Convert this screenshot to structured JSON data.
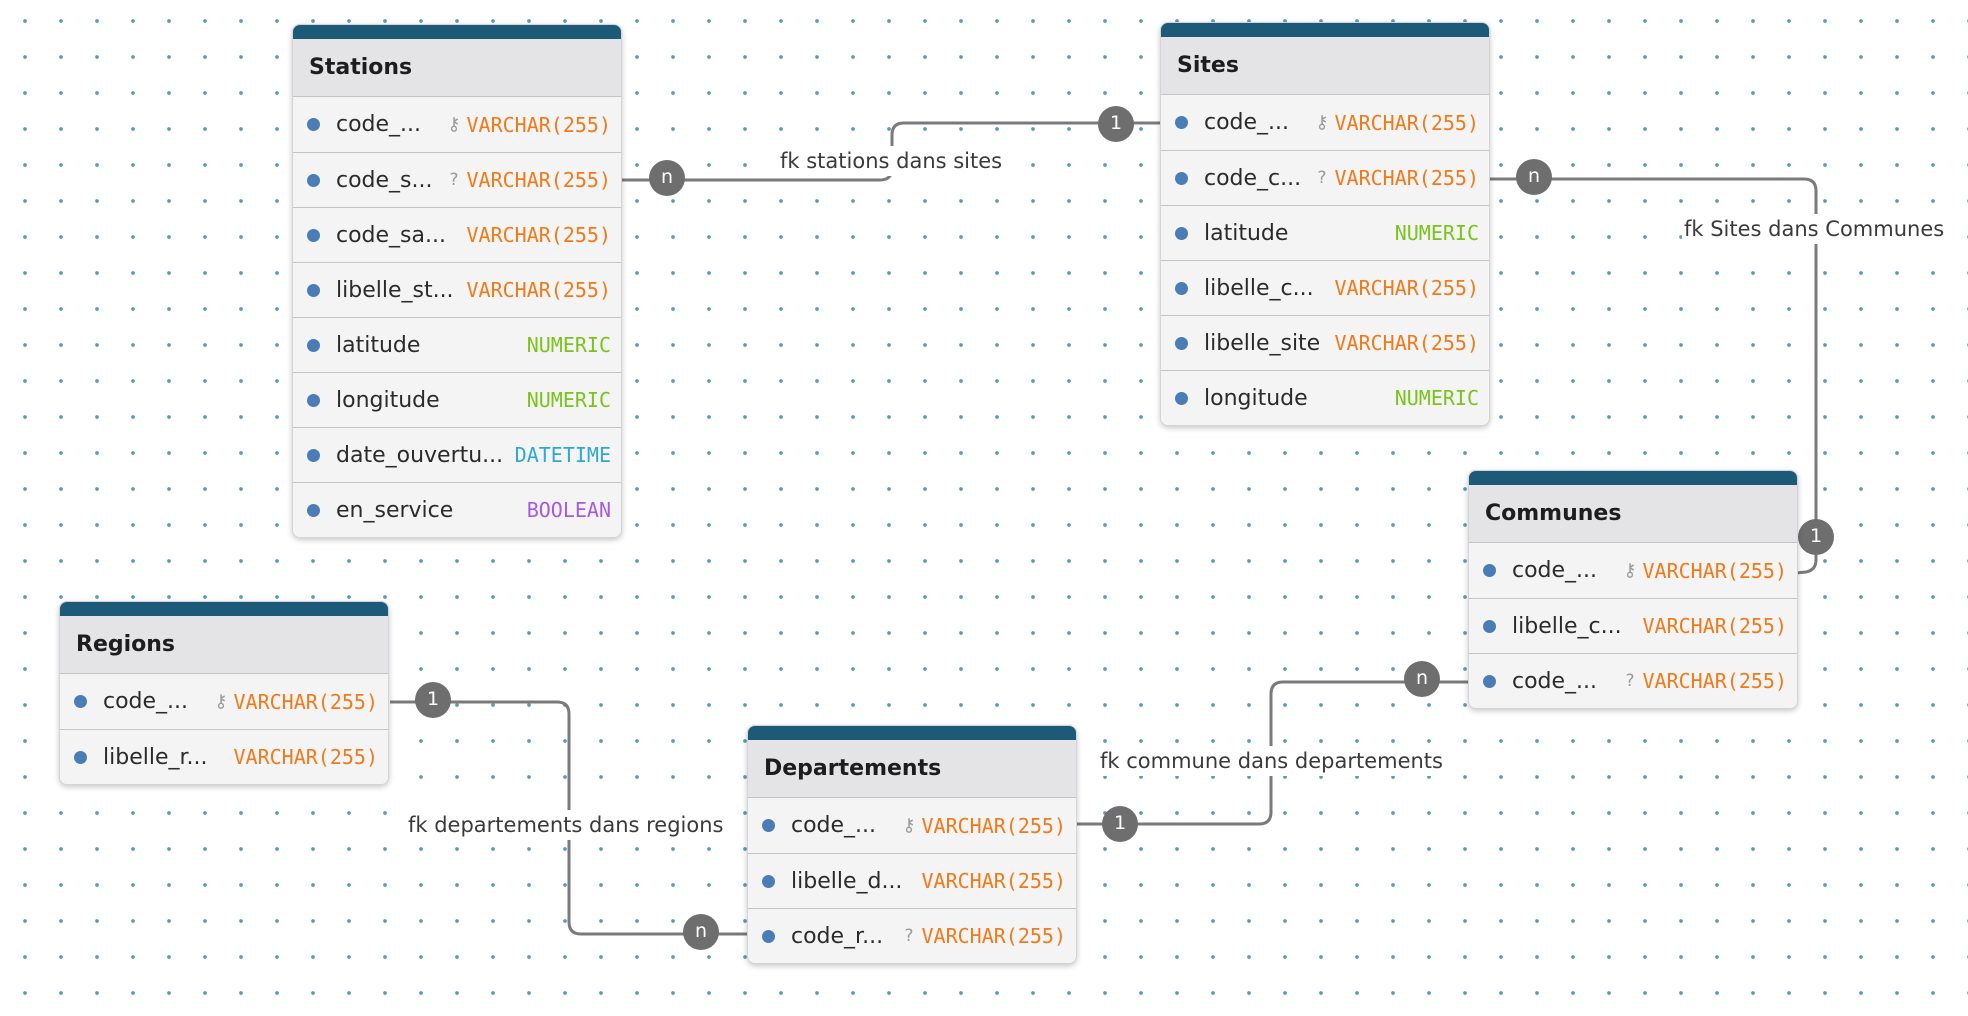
{
  "tables": {
    "stations": {
      "name": "Stations",
      "fields": [
        {
          "name": "code_...",
          "type": "VARCHAR(255)",
          "icon": "key"
        },
        {
          "name": "code_s...",
          "type": "VARCHAR(255)",
          "icon": "question"
        },
        {
          "name": "code_sa...",
          "type": "VARCHAR(255)",
          "icon": ""
        },
        {
          "name": "libelle_st...",
          "type": "VARCHAR(255)",
          "icon": ""
        },
        {
          "name": "latitude",
          "type": "NUMERIC",
          "icon": ""
        },
        {
          "name": "longitude",
          "type": "NUMERIC",
          "icon": ""
        },
        {
          "name": "date_ouvertu...",
          "type": "DATETIME",
          "icon": ""
        },
        {
          "name": "en_service",
          "type": "BOOLEAN",
          "icon": ""
        }
      ]
    },
    "sites": {
      "name": "Sites",
      "fields": [
        {
          "name": "code_...",
          "type": "VARCHAR(255)",
          "icon": "key"
        },
        {
          "name": "code_c...",
          "type": "VARCHAR(255)",
          "icon": "question"
        },
        {
          "name": "latitude",
          "type": "NUMERIC",
          "icon": ""
        },
        {
          "name": "libelle_c...",
          "type": "VARCHAR(255)",
          "icon": ""
        },
        {
          "name": "libelle_site",
          "type": "VARCHAR(255)",
          "icon": ""
        },
        {
          "name": "longitude",
          "type": "NUMERIC",
          "icon": ""
        }
      ]
    },
    "communes": {
      "name": "Communes",
      "fields": [
        {
          "name": "code_...",
          "type": "VARCHAR(255)",
          "icon": "key"
        },
        {
          "name": "libelle_c...",
          "type": "VARCHAR(255)",
          "icon": ""
        },
        {
          "name": "code_...",
          "type": "VARCHAR(255)",
          "icon": "question"
        }
      ]
    },
    "regions": {
      "name": "Regions",
      "fields": [
        {
          "name": "code_...",
          "type": "VARCHAR(255)",
          "icon": "key"
        },
        {
          "name": "libelle_r...",
          "type": "VARCHAR(255)",
          "icon": ""
        }
      ]
    },
    "departements": {
      "name": "Departements",
      "fields": [
        {
          "name": "code_...",
          "type": "VARCHAR(255)",
          "icon": "key"
        },
        {
          "name": "libelle_d...",
          "type": "VARCHAR(255)",
          "icon": ""
        },
        {
          "name": "code_r...",
          "type": "VARCHAR(255)",
          "icon": "question"
        }
      ]
    }
  },
  "relations": {
    "stations_sites": {
      "label": "fk stations dans sites",
      "from_card": "n",
      "to_card": "1"
    },
    "sites_communes": {
      "label": "fk Sites dans Communes",
      "from_card": "n",
      "to_card": "1"
    },
    "communes_departements": {
      "label": "fk commune dans departements",
      "from_card": "n",
      "to_card": "1"
    },
    "departements_regions": {
      "label": "fk departements dans regions",
      "from_card": "n",
      "to_card": "1"
    }
  },
  "type_colors": {
    "VARCHAR(255)": "#f07a1a",
    "NUMERIC": "#7ac31c",
    "DATETIME": "#2fa7d4",
    "BOOLEAN": "#a55be0"
  },
  "icons": {
    "key": "key-icon",
    "question": "question-mark-icon",
    "field": "field-dot-icon"
  }
}
